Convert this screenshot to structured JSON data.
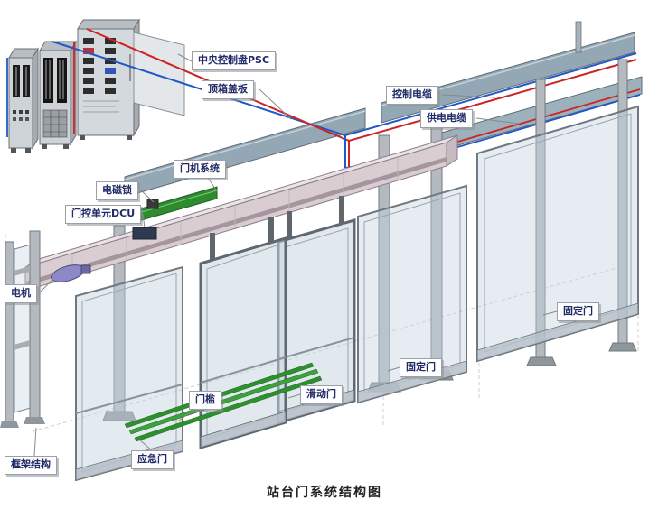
{
  "title": "站台门系统结构图",
  "labels": {
    "psc": "中央控制盘PSC",
    "top_box_cover": "顶箱盖板",
    "control_cable": "控制电缆",
    "power_cable": "供电电缆",
    "door_machine_system": "门机系统",
    "electromagnetic_lock": "电磁锁",
    "dcu": "门控单元DCU",
    "motor": "电机",
    "fixed_door_right": "固定门",
    "fixed_door_mid": "固定门",
    "sliding_door": "滑动门",
    "door_sill": "门槛",
    "emergency_door": "应急门",
    "frame_structure": "框架结构"
  },
  "colors": {
    "control_cable": "#2158c8",
    "power_cable": "#cc2424",
    "door_machine_green": "#2e8b2e",
    "threshold_green": "#2f8f2f",
    "motor_purple": "#8d89c6",
    "glass": "#c3d2dc",
    "beam": "#d9cdd2",
    "cover_plate": "#93a7b4"
  }
}
